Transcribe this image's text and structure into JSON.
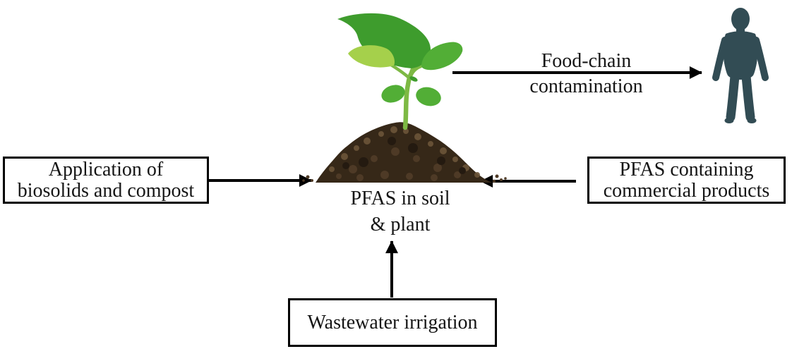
{
  "colors": {
    "background": "#ffffff",
    "text": "#151515",
    "box_border": "#000000",
    "arrow": "#000000",
    "human": "#324c54",
    "soil_dark": "#362818",
    "soil_mid": "#4e3a26",
    "soil_light": "#6b5438",
    "soil_darkest": "#241a10",
    "stem": "#7db944",
    "leaf_dark": "#3e9c2d",
    "leaf_mid": "#52ae36",
    "leaf_light": "#a5d04b"
  },
  "diagram": {
    "center_label": {
      "line1": "PFAS in soil",
      "line2": "& plant"
    },
    "boxes": {
      "biosolids": {
        "line1": "Application of",
        "line2": "biosolids and compost"
      },
      "commercial": {
        "line1": "PFAS containing",
        "line2": "commercial products"
      },
      "wastewater": {
        "label": "Wastewater irrigation"
      }
    },
    "food_chain": {
      "line1": "Food-chain",
      "line2": "contamination"
    },
    "icons": {
      "seedling": "seedling-icon",
      "soil": "soil-mound-icon",
      "human": "human-silhouette-icon"
    }
  }
}
